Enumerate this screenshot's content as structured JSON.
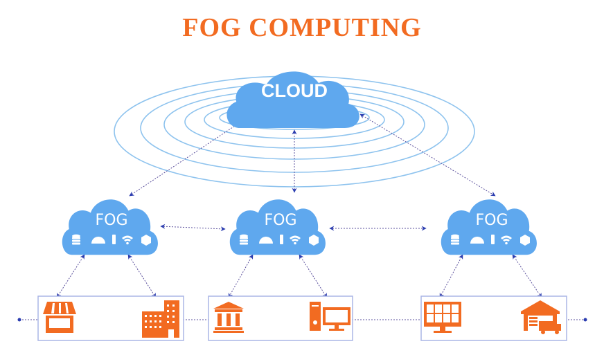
{
  "title": "FOG COMPUTING",
  "cloud": {
    "label": "CLOUD"
  },
  "fog_nodes": [
    {
      "label": "FOG"
    },
    {
      "label": "FOG"
    },
    {
      "label": "FOG"
    }
  ],
  "colors": {
    "accent": "#F26B21",
    "cloud": "#5FA8EE",
    "connector": "#2a3cb0"
  },
  "fog_icons": [
    "database-icon",
    "gauge-icon",
    "sensor-icon",
    "wifi-icon",
    "cube-icon"
  ],
  "edge_groups": [
    {
      "icons": [
        "store-icon",
        "office-building-icon"
      ]
    },
    {
      "icons": [
        "bank-icon",
        "desktop-computer-icon"
      ]
    },
    {
      "icons": [
        "monitor-grid-icon",
        "warehouse-truck-icon"
      ]
    }
  ]
}
